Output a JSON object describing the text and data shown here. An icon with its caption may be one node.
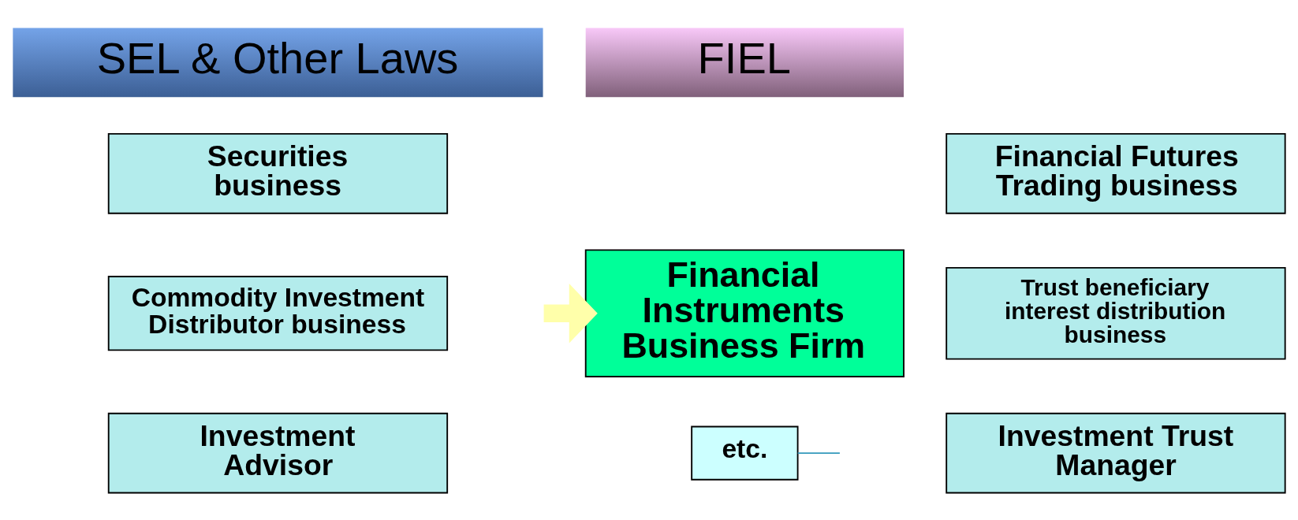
{
  "diagram": {
    "nodes": [
      {
        "text": [
          "SEL & Other Laws"
        ]
      },
      {
        "text": [
          "FIEL"
        ]
      },
      {
        "text": [
          "Securities business"
        ]
      },
      {
        "text": [
          "Financial Futures Trading business"
        ]
      },
      {
        "text": [
          "Commodity Investment Distributor business"
        ]
      },
      {
        "text": [
          "Trust beneficiary interest distribution business"
        ]
      },
      {
        "text": [
          "Investment Advisor"
        ]
      },
      {
        "text": [
          "Investment Trust Manager"
        ]
      },
      {
        "text": [
          "Financial Instruments Business Firm"
        ]
      },
      {
        "text": [
          "etc."
        ]
      }
    ],
    "edges": [
      {
        "from": null,
        "to": 8,
        "arrow": "to",
        "style": "thick",
        "color": "#ffffaa"
      },
      {
        "from": 9,
        "to": null,
        "arrow": "none",
        "color": "#3399bb"
      }
    ]
  }
}
